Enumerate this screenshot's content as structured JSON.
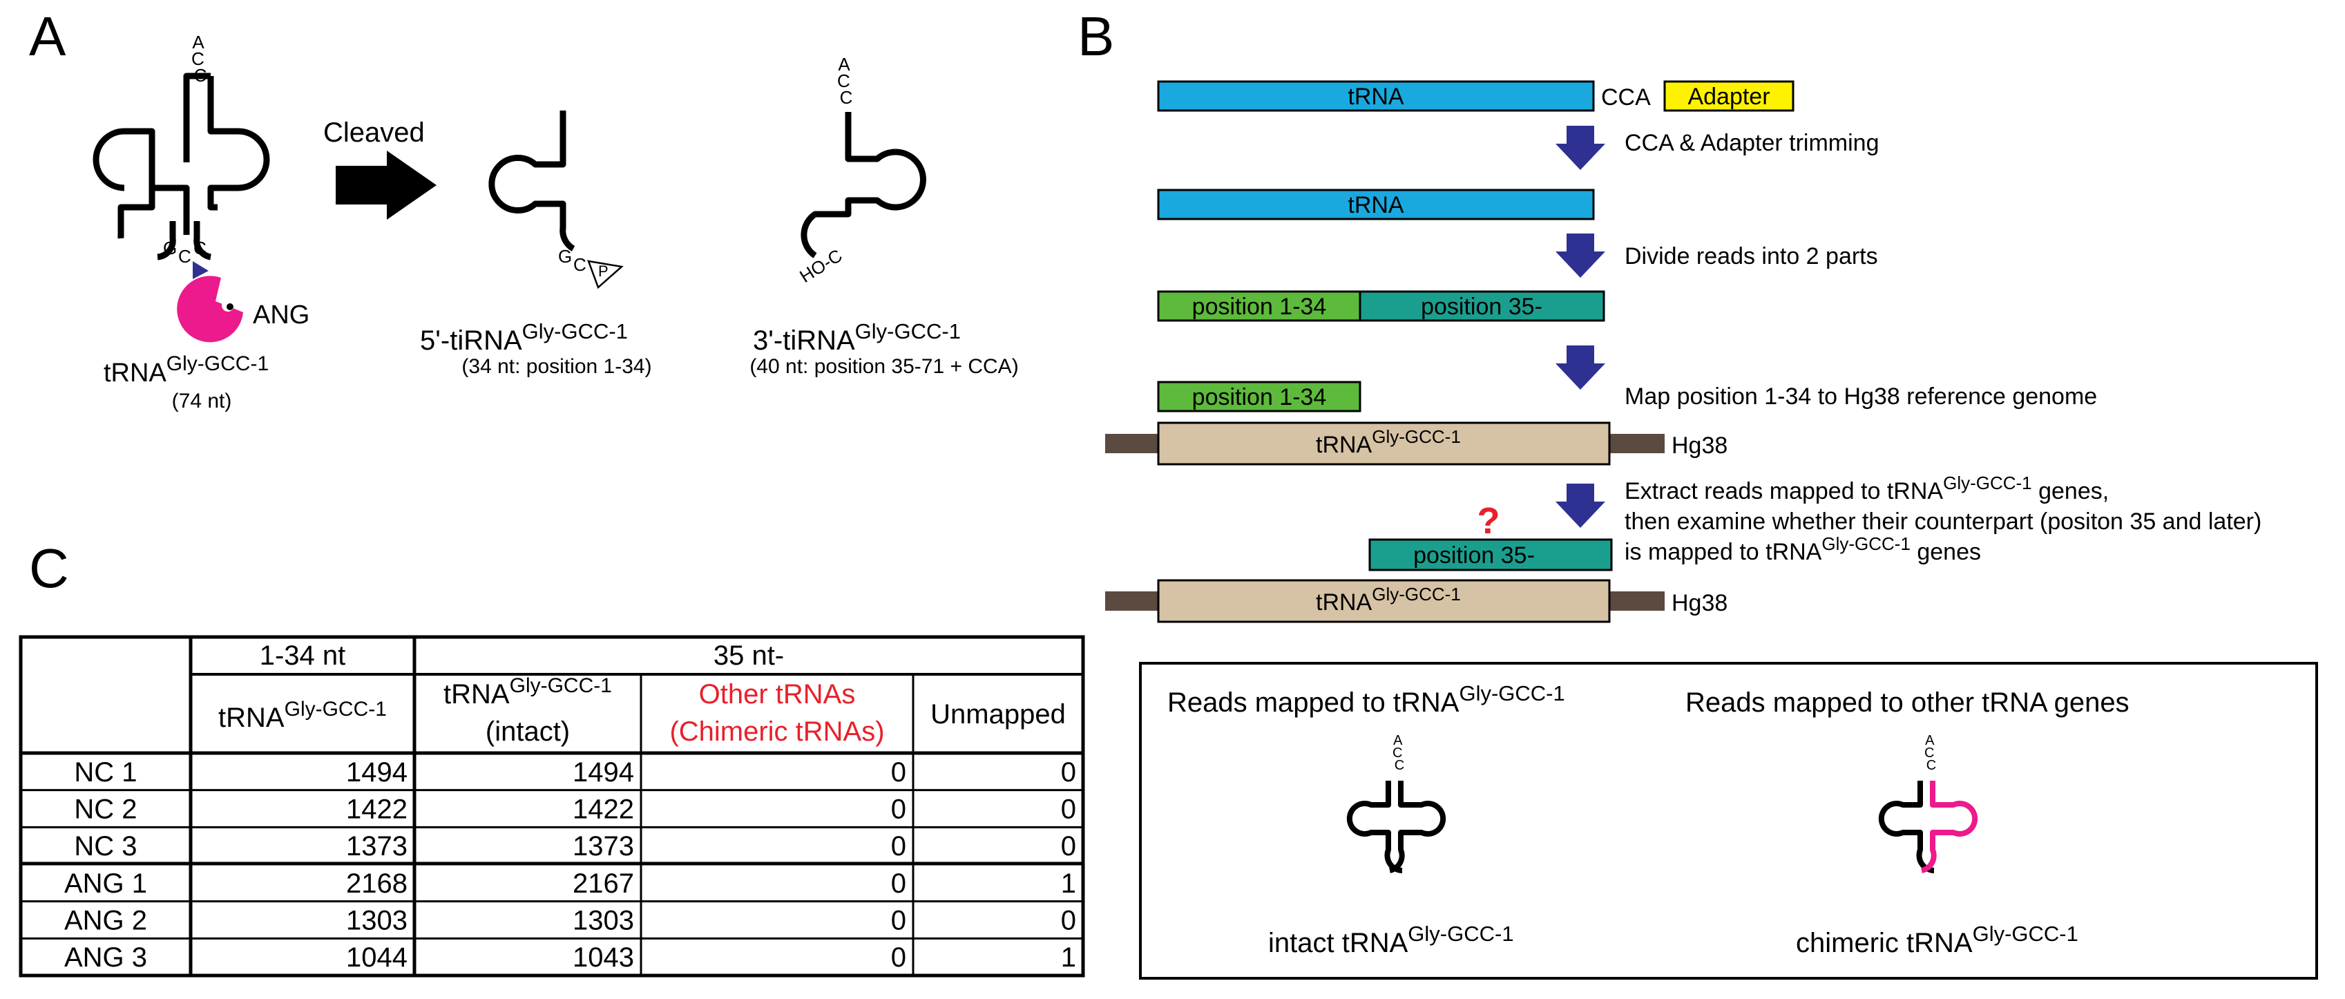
{
  "panel_a": {
    "label": "A",
    "arrow_label": "Cleaved",
    "full": {
      "name": "tRNA",
      "sup": "Gly-GCC-1",
      "length": "(74 nt)",
      "acc": "ACC",
      "anticodon": [
        "G",
        "C",
        "C"
      ]
    },
    "enzyme": "ANG",
    "five": {
      "name": "5'-tiRNA",
      "sup": "Gly-GCC-1",
      "desc": "(34 nt: position 1-34)",
      "gc": [
        "G",
        "C"
      ],
      "p": "P"
    },
    "three": {
      "name": "3'-tiRNA",
      "sup": "Gly-GCC-1",
      "desc": "(40 nt: position 35-71 + CCA)",
      "acc": "ACC",
      "ho": "HO-C"
    }
  },
  "panel_b": {
    "label": "B",
    "bar_trna_1": "tRNA",
    "cca": "CCA",
    "adapter": "Adapter",
    "step1": "CCA & Adapter trimming",
    "bar_trna_2": "tRNA",
    "step2": "Divide reads into 2 parts",
    "part1": "position 1-34",
    "part2": "position 35-",
    "step3": "Map position 1-34 to Hg38 reference genome",
    "part1_mapped": "position 1-34",
    "gene_1": {
      "name": "tRNA",
      "sup": "Gly-GCC-1"
    },
    "hg38_1": "Hg38",
    "step4": {
      "line1_pre": "Extract reads mapped to tRNA",
      "line1_sup": "Gly-GCC-1",
      "line1_post": " genes,",
      "line2": "then examine whether their counterpart (positon 35 and later)",
      "line3_pre": "is mapped to tRNA",
      "line3_sup": "Gly-GCC-1",
      "line3_post": " genes"
    },
    "question": "?",
    "part2_query": "position 35-",
    "gene_2": {
      "name": "tRNA",
      "sup": "Gly-GCC-1"
    },
    "hg38_2": "Hg38"
  },
  "legend": {
    "left_title_pre": "Reads mapped to tRNA",
    "left_title_sup": "Gly-GCC-1",
    "right_title": "Reads mapped to other tRNA genes",
    "acc": "ACC",
    "left_caption_pre": "intact tRNA",
    "left_caption_sup": "Gly-GCC-1",
    "right_caption_pre": "chimeric tRNA",
    "right_caption_sup": "Gly-GCC-1"
  },
  "panel_c": {
    "label": "C",
    "group1": "1-34 nt",
    "group2": "35 nt-",
    "col1": {
      "pre": "tRNA",
      "sup": "Gly-GCC-1"
    },
    "col2": {
      "pre": "tRNA",
      "sup": "Gly-GCC-1",
      "line2": "(intact)"
    },
    "col3": {
      "line1": "Other tRNAs",
      "line2": "(Chimeric tRNAs)"
    },
    "col4": "Unmapped",
    "rows": [
      {
        "name": "NC 1",
        "values": [
          "1494",
          "1494",
          "0",
          "0"
        ]
      },
      {
        "name": "NC 2",
        "values": [
          "1422",
          "1422",
          "0",
          "0"
        ]
      },
      {
        "name": "NC 3",
        "values": [
          "1373",
          "1373",
          "0",
          "0"
        ]
      },
      {
        "name": "ANG 1",
        "values": [
          "2168",
          "2167",
          "0",
          "1"
        ]
      },
      {
        "name": "ANG 2",
        "values": [
          "1303",
          "1303",
          "0",
          "0"
        ]
      },
      {
        "name": "ANG 3",
        "values": [
          "1044",
          "1043",
          "0",
          "1"
        ]
      }
    ]
  },
  "colors": {
    "trna_bar": "#19A9DE",
    "adapter": "#FFF200",
    "part1": "#5DBA3C",
    "part2": "#1A9F8F",
    "gene": "#D6C2A4",
    "flank": "#5B4A3F",
    "arrow": "#2E3192",
    "ang": "#EC1A8C",
    "red": "#E8202A"
  }
}
